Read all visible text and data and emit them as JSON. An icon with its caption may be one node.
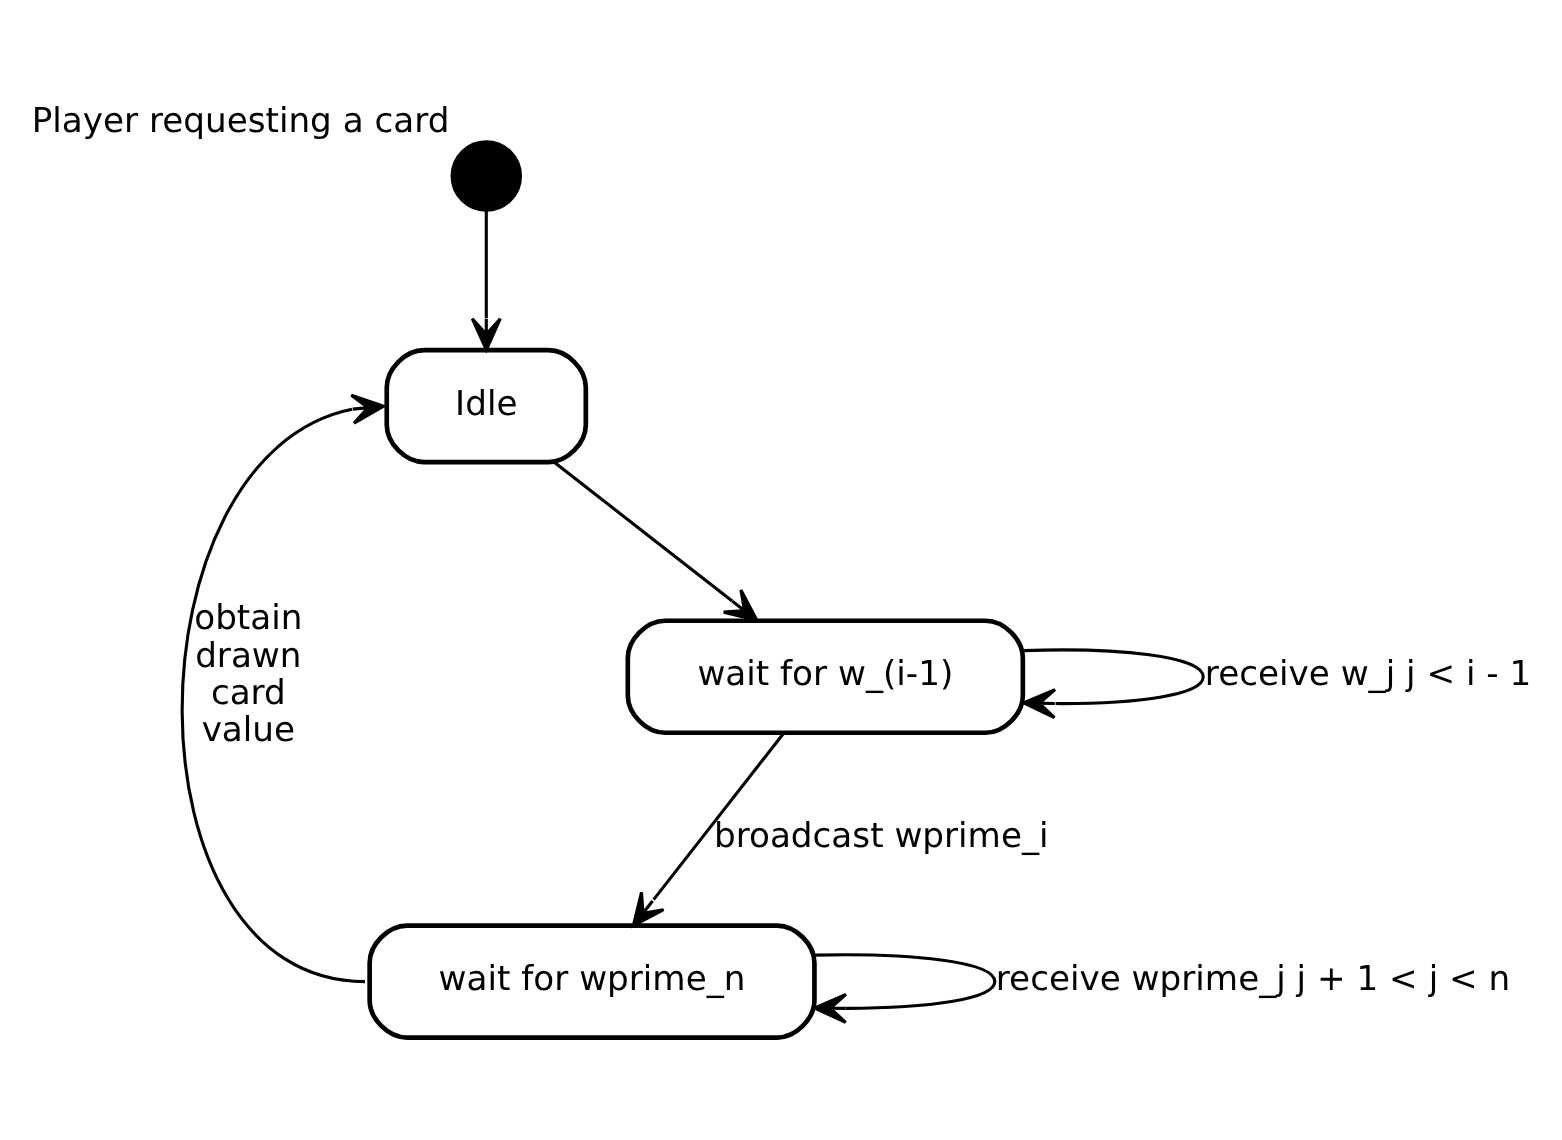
{
  "diagram": {
    "nodes": [
      {
        "text": [],
        "shape": "circle",
        "beside": [
          "Player requesting a card"
        ]
      },
      {
        "text": [
          "Idle"
        ]
      },
      {
        "text": [
          "wait for w_(i-1)"
        ]
      },
      {
        "text": [
          "wait for wprime_n"
        ]
      }
    ],
    "edges": [
      {
        "from": 0,
        "to": 1,
        "arrow": "to"
      },
      {
        "from": 1,
        "to": 2,
        "arrow": "to"
      },
      {
        "from": 2,
        "to": 2,
        "arrow": "to",
        "label": "receive w_j j < i - 1"
      },
      {
        "from": 2,
        "to": 3,
        "arrow": "to",
        "label": "broadcast wprime_i"
      },
      {
        "from": 3,
        "to": 3,
        "arrow": "to",
        "label": "receive wprime_j j + 1 < j < n"
      },
      {
        "from": 3,
        "to": 1,
        "arrow": "to",
        "label": "obtain drawn card value"
      }
    ]
  }
}
